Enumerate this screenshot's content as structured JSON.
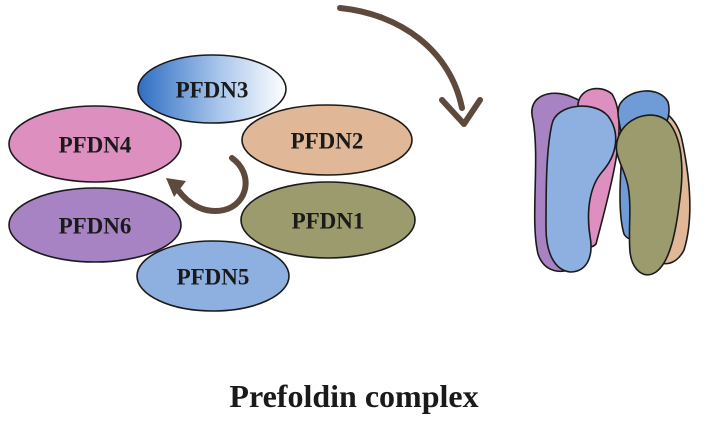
{
  "caption": "Prefoldin complex",
  "subunits": [
    {
      "id": "pfdn3",
      "label": "PFDN3",
      "color": "#6f9bd6"
    },
    {
      "id": "pfdn2",
      "label": "PFDN2",
      "color": "#e0b897"
    },
    {
      "id": "pfdn4",
      "label": "PFDN4",
      "color": "#dd8fbf"
    },
    {
      "id": "pfdn6",
      "label": "PFDN6",
      "color": "#a883c4"
    },
    {
      "id": "pfdn1",
      "label": "PFDN1",
      "color": "#9b9b6d"
    },
    {
      "id": "pfdn5",
      "label": "PFDN5",
      "color": "#8db0e0"
    }
  ],
  "colors": {
    "arrow": "#5e4a3c",
    "outline": "#1a1a1a",
    "text": "#1a1a1a"
  }
}
